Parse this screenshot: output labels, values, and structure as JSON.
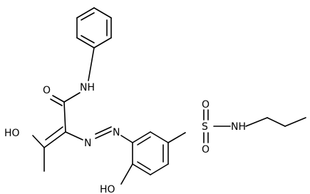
{
  "molecule": {
    "atom_labels": {
      "amide_nh": "NH",
      "amide_o": "O",
      "enol_ho": "HO",
      "azo_n1": "N",
      "azo_n2": "N",
      "phenol_ho": "HO",
      "sulfonyl_s": "S",
      "sulfonyl_o_top": "O",
      "sulfonyl_o_bottom": "O",
      "sulfonamide_nh": "NH"
    }
  }
}
